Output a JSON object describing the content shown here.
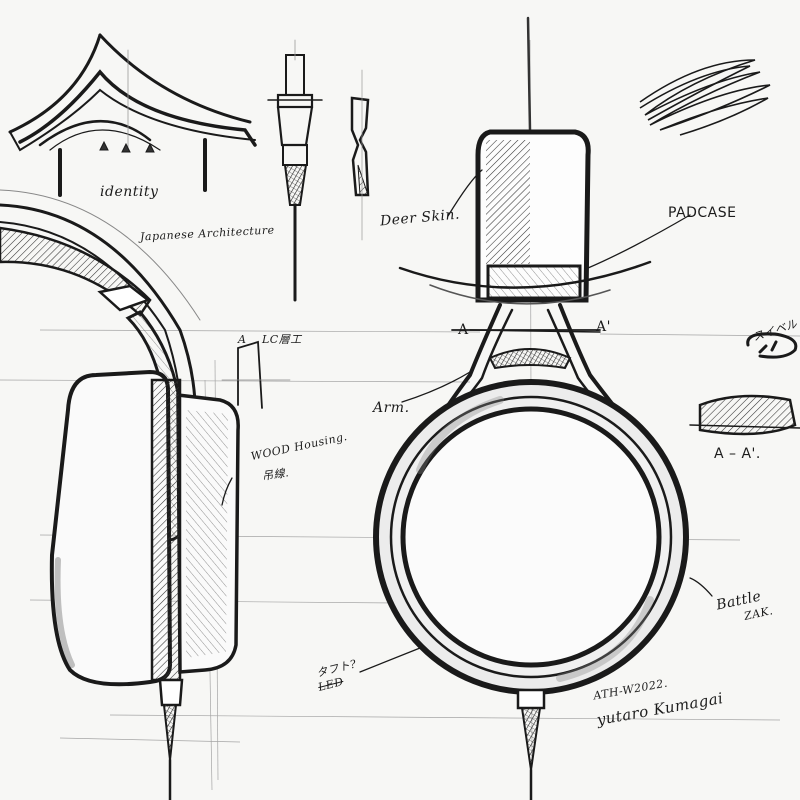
{
  "annotations": {
    "identity": "identity",
    "japanese_architecture": "Japanese Architecture",
    "deer_skin": "Deer Skin.",
    "padcase": "PADCASE",
    "section_a_left": "A",
    "section_a_right": "A'",
    "lc_label": "LC層工",
    "a_small": "A",
    "arm": "Arm.",
    "side_kana": "スイベル",
    "section_label": "A – A'.",
    "wood_housing": "WOOD Housing.",
    "wood_housing_2": "吊線.",
    "battle": "Battle",
    "zak": "ZAK.",
    "tuft": "タフト?",
    "led": "LED",
    "model": "ATH-W2022.",
    "signature": "yutaro Kumagai"
  },
  "colors": {
    "paper": "#f7f7f5",
    "ink": "#1a1a1a",
    "shade": "#8a8a8a",
    "guide": "#9a9a9a"
  }
}
